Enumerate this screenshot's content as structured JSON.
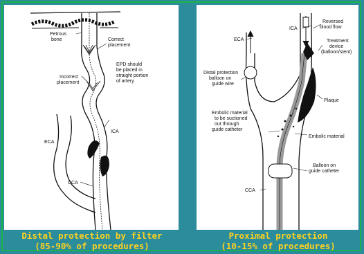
{
  "left_panel": {
    "labels": {
      "petrous": "Petrous bone",
      "correct": "Correct placement",
      "incorrect": "Incorrect placement",
      "epd": "EPD should be placed in straight portion of artery",
      "eca": "ECA",
      "ica": "ICA",
      "cca": "CCA"
    },
    "caption_line1": "Distal protection by filter",
    "caption_line2": "(85-90% of procedures)"
  },
  "right_panel": {
    "labels": {
      "ica": "ICA",
      "reversed": "Reversed blood flow",
      "eca": "ECA",
      "treatment": "Treatment device (balloon/stent)",
      "distal": "Distal protection balloon on guide wire",
      "plaque": "Plaque",
      "embolic_suction": "Embolic material to be suctioned out through guide catheter",
      "embolic_material": "Embolic material",
      "balloon": "Balloon on guide catheter",
      "cca": "CCA"
    },
    "caption_line1": "Proximal protection",
    "caption_line2": "(10-15% of procedures)"
  },
  "colors": {
    "background": "#2b8c9b",
    "border": "#1db34a",
    "caption": "#ffd21f"
  }
}
